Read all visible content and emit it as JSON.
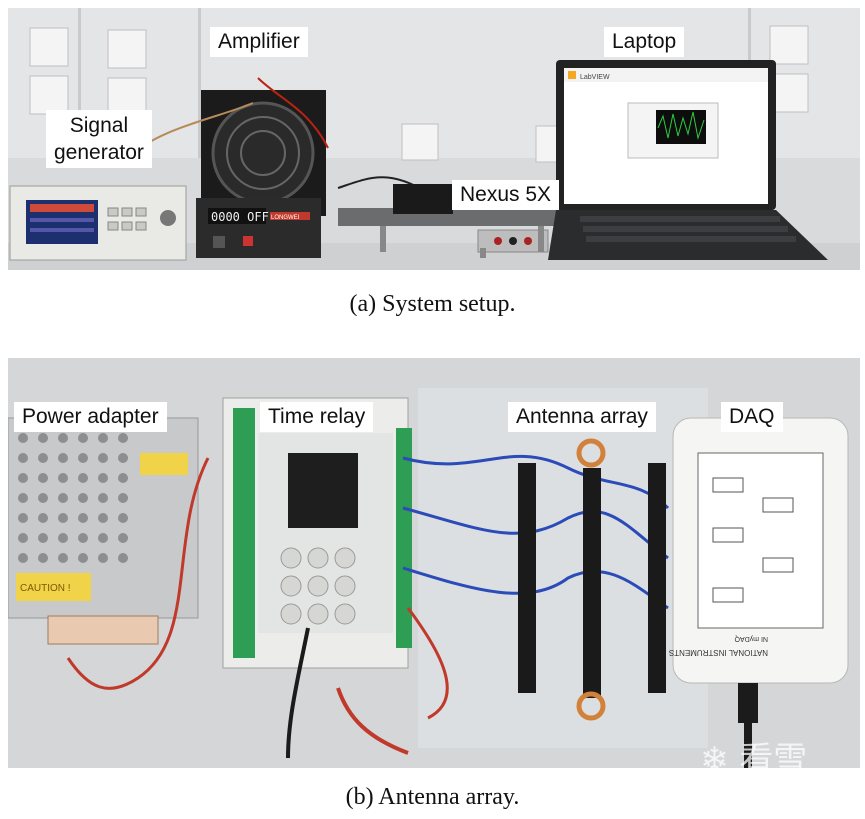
{
  "figure_a": {
    "labels": {
      "amplifier": "Amplifier",
      "laptop": "Laptop",
      "signal_generator_line1": "Signal",
      "signal_generator_line2": "generator",
      "nexus": "Nexus 5X"
    },
    "device_text": {
      "amp_display": "0000 OFF",
      "amp_brand": "LONGWEI",
      "labview": "LabVIEW"
    },
    "caption": "(a)  System setup."
  },
  "figure_b": {
    "labels": {
      "power_adapter": "Power adapter",
      "time_relay": "Time relay",
      "antenna_array": "Antenna array",
      "daq": "DAQ"
    },
    "device_text": {
      "caution": "CAUTION !",
      "daq_brand": "NATIONAL INSTRUMENTS",
      "daq_model": "NI myDAQ"
    },
    "caption": "(b)  Antenna array."
  },
  "watermark": "看雪"
}
